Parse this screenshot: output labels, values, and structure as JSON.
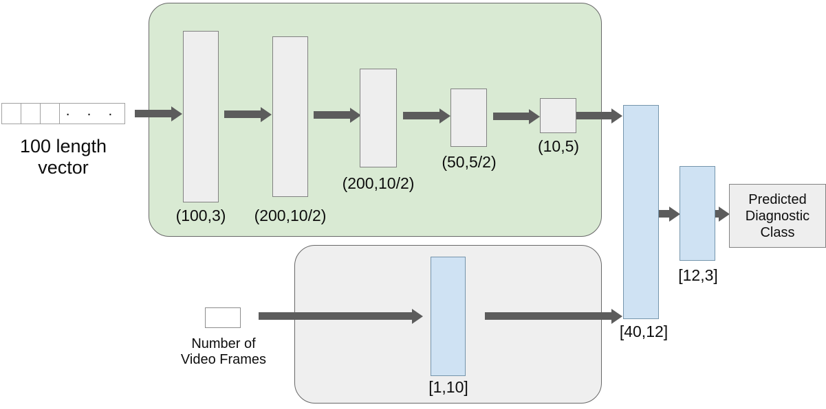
{
  "diagram": {
    "title": "Two-branch neural network architecture diagram",
    "colors": {
      "cnn_group_fill": "#d9ead3",
      "dense_group_fill": "#efefef",
      "conv_box_fill": "#eeeeee",
      "dense_box_fill": "#cfe2f3",
      "arrow": "#5c5c5c",
      "border": "#7f7f7f"
    }
  },
  "input_vector": {
    "dots": "· · ·",
    "caption": "100 length\nvector",
    "cell_count": 4
  },
  "cnn_branch": {
    "layers": [
      {
        "label": "(100,3)"
      },
      {
        "label": "(200,10/2)"
      },
      {
        "label": "(200,10/2)"
      },
      {
        "label": "(50,5/2)"
      },
      {
        "label": "(10,5)"
      }
    ]
  },
  "frames_branch": {
    "input_caption": "Number of\nVideo Frames",
    "layers": [
      {
        "label": "[1,10]"
      }
    ]
  },
  "head": {
    "layers": [
      {
        "label": "[40,12]"
      },
      {
        "label": "[12,3]"
      }
    ],
    "output": "Predicted\nDiagnostic\nClass"
  }
}
